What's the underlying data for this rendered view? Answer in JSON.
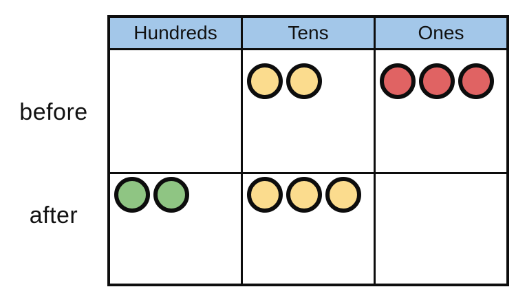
{
  "colors": {
    "header_bg": "#A3C7E9",
    "border": "#0D0D0D",
    "counter_yellow": "#FBDC8E",
    "counter_red": "#E06363",
    "counter_green": "#8FC583"
  },
  "table": {
    "columns": [
      {
        "label": "Hundreds"
      },
      {
        "label": "Tens"
      },
      {
        "label": "Ones"
      }
    ],
    "rows": [
      {
        "label": "before",
        "cells": [
          {
            "column": "Hundreds",
            "counters": 0,
            "counter_color": ""
          },
          {
            "column": "Tens",
            "counters": 2,
            "counter_color": "counter_yellow"
          },
          {
            "column": "Ones",
            "counters": 3,
            "counter_color": "counter_red"
          }
        ]
      },
      {
        "label": "after",
        "cells": [
          {
            "column": "Hundreds",
            "counters": 2,
            "counter_color": "counter_green"
          },
          {
            "column": "Tens",
            "counters": 3,
            "counter_color": "counter_yellow"
          },
          {
            "column": "Ones",
            "counters": 0,
            "counter_color": ""
          }
        ]
      }
    ]
  }
}
